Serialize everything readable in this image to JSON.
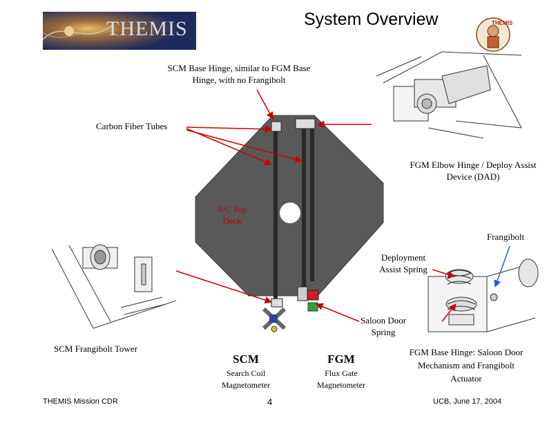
{
  "header": {
    "logo_text": "THEMIS",
    "title": "System Overview"
  },
  "labels": {
    "scm_base_hinge": "SCM Base Hinge, similar to FGM Base Hinge, with no Frangibolt",
    "carbon_fiber": "Carbon Fiber Tubes",
    "fgm_elbow": "FGM Elbow Hinge / Deploy Assist Device (DAD)",
    "sc_top_deck": "S/C Top Deck",
    "frangibolt": "Frangibolt",
    "deploy_spring": "Deployment Assist Spring",
    "saloon_spring": "Saloon Door Spring",
    "scm_tower": "SCM Frangibolt Tower",
    "fgm_base_hinge": "FGM Base Hinge: Saloon Door Mechanism and Frangibolt Actuator"
  },
  "instruments": {
    "scm": {
      "abbr": "SCM",
      "name": "Search Coil Magnetometer"
    },
    "fgm": {
      "abbr": "FGM",
      "name": "Flux Gate Magnetometer"
    }
  },
  "footer": {
    "left": "THEMIS Mission CDR",
    "page": "4",
    "right": "UCB, June 17, 2004"
  },
  "colors": {
    "deck": "#595959",
    "arrow_red": "#cc0000",
    "arrow_blue": "#1f5fd6",
    "logo_bg": "#1c2a5c"
  }
}
